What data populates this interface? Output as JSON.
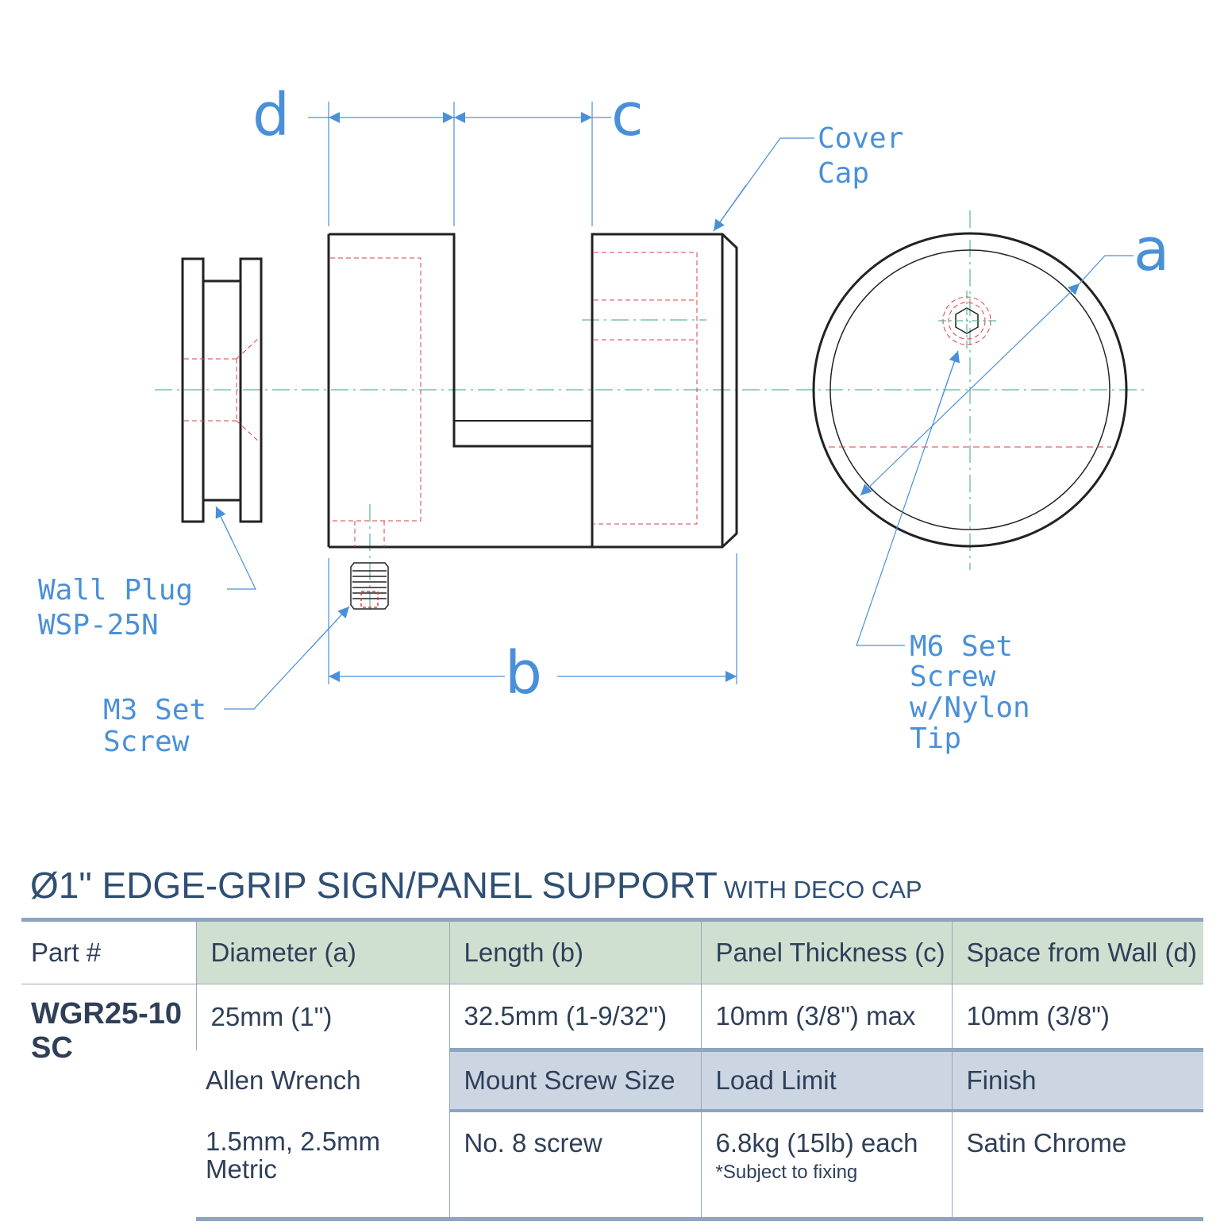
{
  "labels": {
    "d": "d",
    "c": "c",
    "a": "a",
    "b": "b",
    "cover_cap": [
      "Cover",
      "Cap"
    ],
    "wall_plug": [
      "Wall Plug",
      "WSP-25N"
    ],
    "m3": [
      "M3 Set",
      "Screw"
    ],
    "m6": [
      "M6 Set",
      "Screw",
      "w/Nylon",
      "Tip"
    ]
  },
  "title": {
    "main": "Ø1\" EDGE-GRIP SIGN/PANEL SUPPORT",
    "sub": "WITH DECO CAP"
  },
  "table": {
    "part_header": "Part #",
    "part_value": "WGR25-10 SC",
    "row1_headers": [
      "Diameter (a)",
      "Length (b)",
      "Panel Thickness (c)",
      "Space from Wall (d)"
    ],
    "row1_values": [
      "25mm (1\")",
      "32.5mm (1-9/32\")",
      "10mm (3/8\") max",
      "10mm (3/8\")"
    ],
    "row2_headers": [
      "Allen Wrench",
      "Mount Screw Size",
      "Load Limit",
      "Finish"
    ],
    "row2_values": [
      "1.5mm, 2.5mm Metric",
      "No. 8 screw",
      "6.8kg (15lb) each",
      "Satin Chrome"
    ],
    "load_note": "*Subject to fixing"
  },
  "colors": {
    "line": "#222222",
    "accent": "#4a90d9",
    "hidden": "#d9413f",
    "center": "#3aa58a",
    "title": "#2f4f73"
  }
}
